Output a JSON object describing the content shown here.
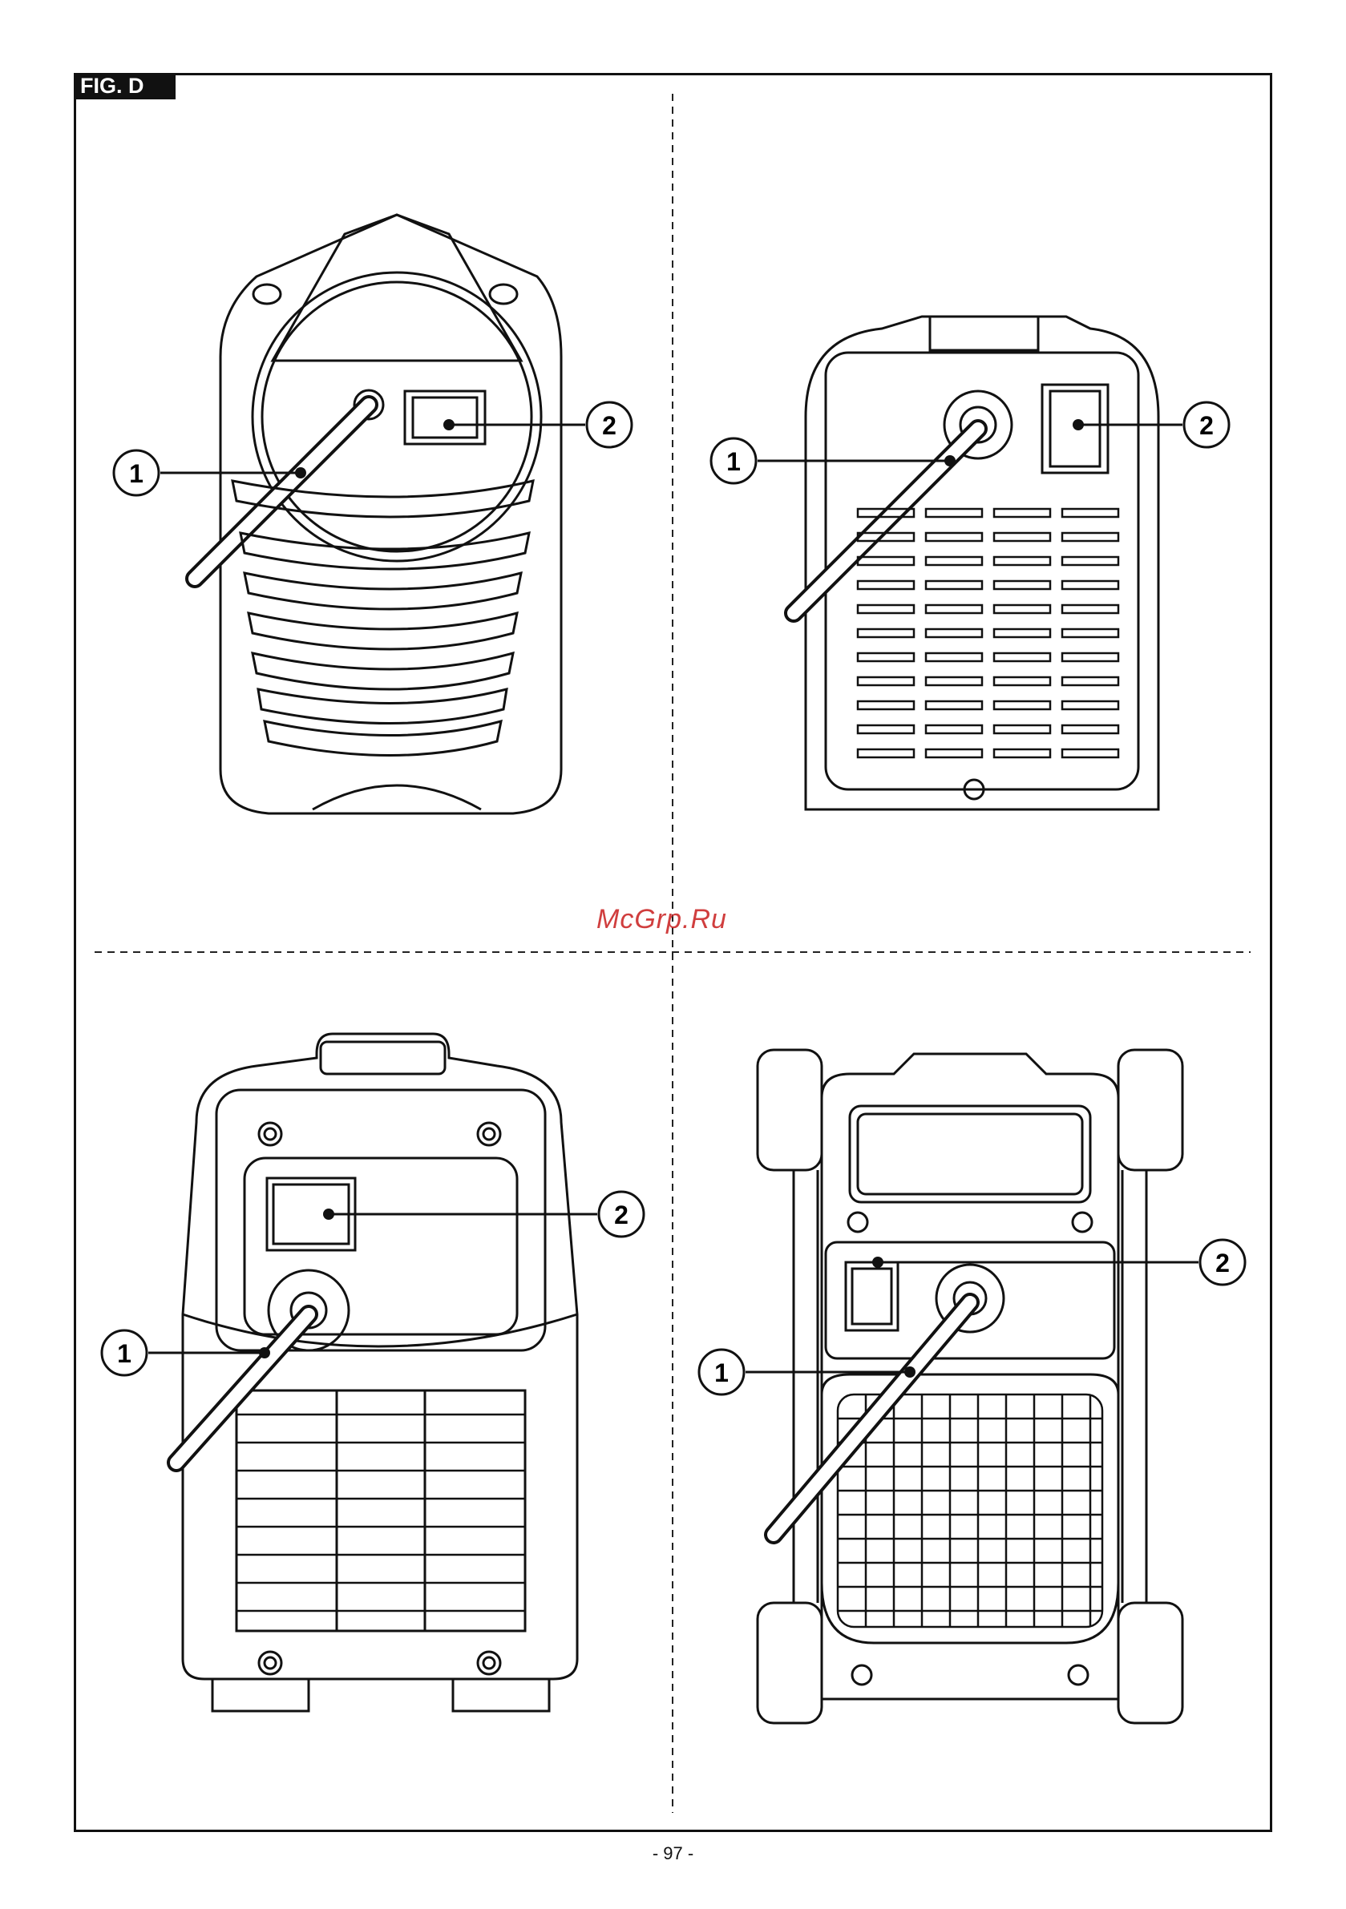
{
  "figure_label": "FIG. D",
  "watermark": "McGrp.Ru",
  "page_number": "- 97 -",
  "callouts": {
    "handle": "1",
    "switch": "2"
  }
}
